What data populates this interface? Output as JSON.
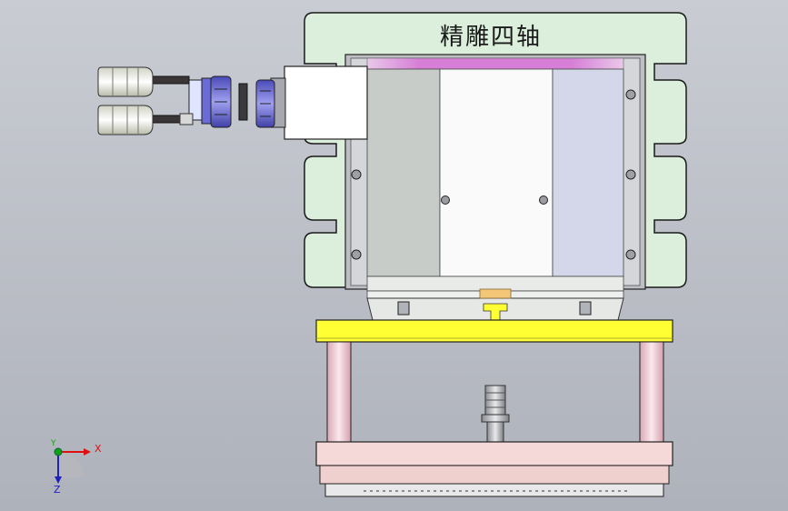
{
  "model": {
    "title": "精雕四轴"
  },
  "triad": {
    "x_label": "X",
    "y_label": "Y",
    "z_label": "Z"
  },
  "colors": {
    "background": "#c2c5cc",
    "mount_plate": "#dcefdc",
    "yellow_plate": "#ffff33",
    "pink_base": "#f5d9d9",
    "connector_blue": "#6b6bd6",
    "x_axis": "#e01010",
    "y_axis": "#10a010",
    "z_axis": "#2020c0"
  }
}
